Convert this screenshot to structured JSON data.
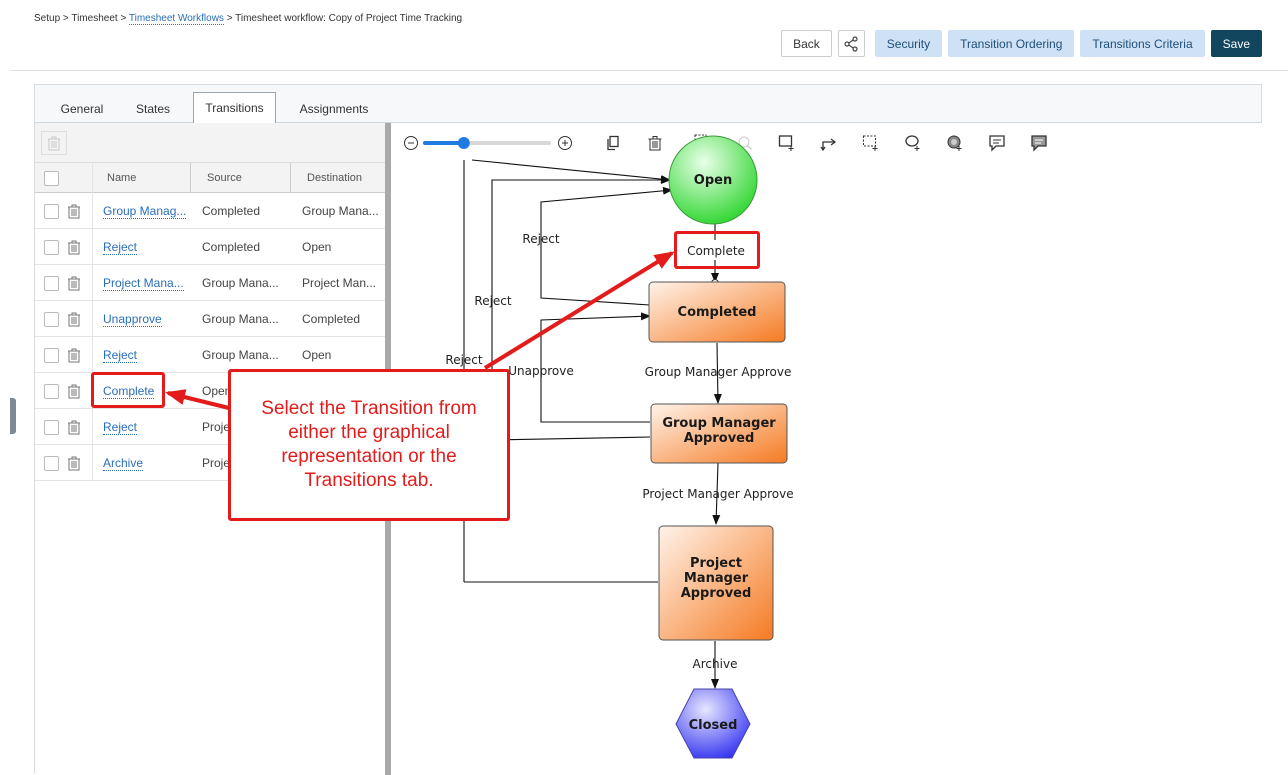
{
  "breadcrumb": {
    "part1": "Setup > Timesheet > ",
    "link": "Timesheet Workflows",
    "part2": " > Timesheet workflow: Copy of Project Time Tracking"
  },
  "header_buttons": {
    "back": "Back",
    "share_icon": "share-icon",
    "security": "Security",
    "transition_ordering": "Transition Ordering",
    "transitions_criteria": "Transitions Criteria",
    "save": "Save"
  },
  "tabs": [
    {
      "label": "General"
    },
    {
      "label": "States"
    },
    {
      "label": "Transitions",
      "active": true
    },
    {
      "label": "Assignments"
    }
  ],
  "grid": {
    "columns": {
      "name": "Name",
      "source": "Source",
      "destination": "Destination"
    },
    "rows": [
      {
        "name": "Group Manag...",
        "source": "Completed",
        "destination": "Group Mana..."
      },
      {
        "name": "Reject",
        "source": "Completed",
        "destination": "Open"
      },
      {
        "name": "Project Mana...",
        "source": "Group Mana...",
        "destination": "Project Man..."
      },
      {
        "name": "Unapprove",
        "source": "Group Mana...",
        "destination": "Completed"
      },
      {
        "name": "Reject",
        "source": "Group Mana...",
        "destination": "Open"
      },
      {
        "name": "Complete",
        "source": "Open",
        "destination": ""
      },
      {
        "name": "Reject",
        "source": "Proje",
        "destination": ""
      },
      {
        "name": "Archive",
        "source": "Proje",
        "destination": ""
      }
    ]
  },
  "canvas_toolbar_icons": [
    "zoom-out-icon",
    "zoom-slider",
    "zoom-in-icon",
    "copy-icon",
    "delete-icon",
    "select-pointer-icon",
    "search-icon",
    "add-state-icon",
    "add-transition-icon",
    "marquee-select-icon",
    "lasso-icon",
    "fill-icon",
    "comment-icon",
    "comment-pattern-icon"
  ],
  "zoom_level": 0.3,
  "diagram": {
    "nodes": {
      "open": "Open",
      "completed": "Completed",
      "gma_line1": "Group Manager",
      "gma_line2": "Approved",
      "pma_line1": "Project",
      "pma_line2": "Manager",
      "pma_line3": "Approved",
      "closed": "Closed"
    },
    "edges": {
      "complete": "Complete",
      "reject1": "Reject",
      "reject2": "Reject",
      "reject3": "Reject",
      "unapprove": "Unapprove",
      "gm_approve": "Group Manager Approve",
      "pm_approve": "Project Manager Approve",
      "archive": "Archive"
    }
  },
  "callout": {
    "text": "Select the Transition from either the graphical representation or the Transitions tab."
  },
  "colors": {
    "accent_red": "#e31b1b",
    "save_bg": "#11465e",
    "blue_btn_bg": "#cfe2f5",
    "open_node": "#3fe43f",
    "state_node": "#f7843a",
    "closed_node": "#3a3af0"
  }
}
